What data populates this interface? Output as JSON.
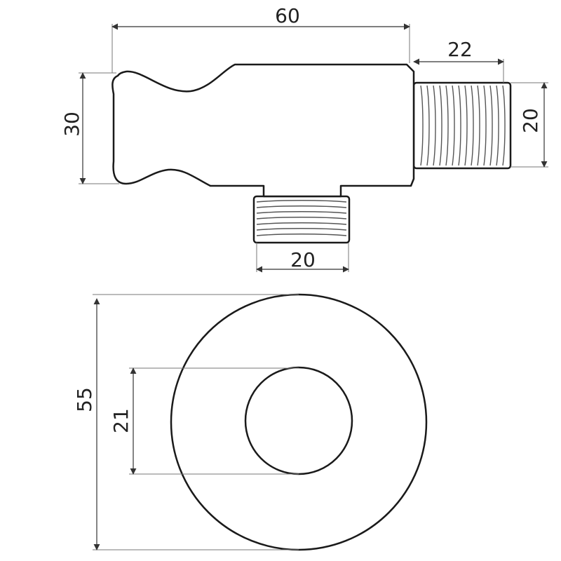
{
  "drawing": {
    "side_view": {
      "overall_length": "60",
      "outlet_thread_length": "22",
      "outlet_thread_diameter": "20",
      "body_height": "30",
      "inlet_thread_width": "20"
    },
    "front_view": {
      "flange_diameter": "55",
      "bore_diameter": "21"
    },
    "colors": {
      "line": "#1a1a1a",
      "background": "#ffffff"
    }
  }
}
